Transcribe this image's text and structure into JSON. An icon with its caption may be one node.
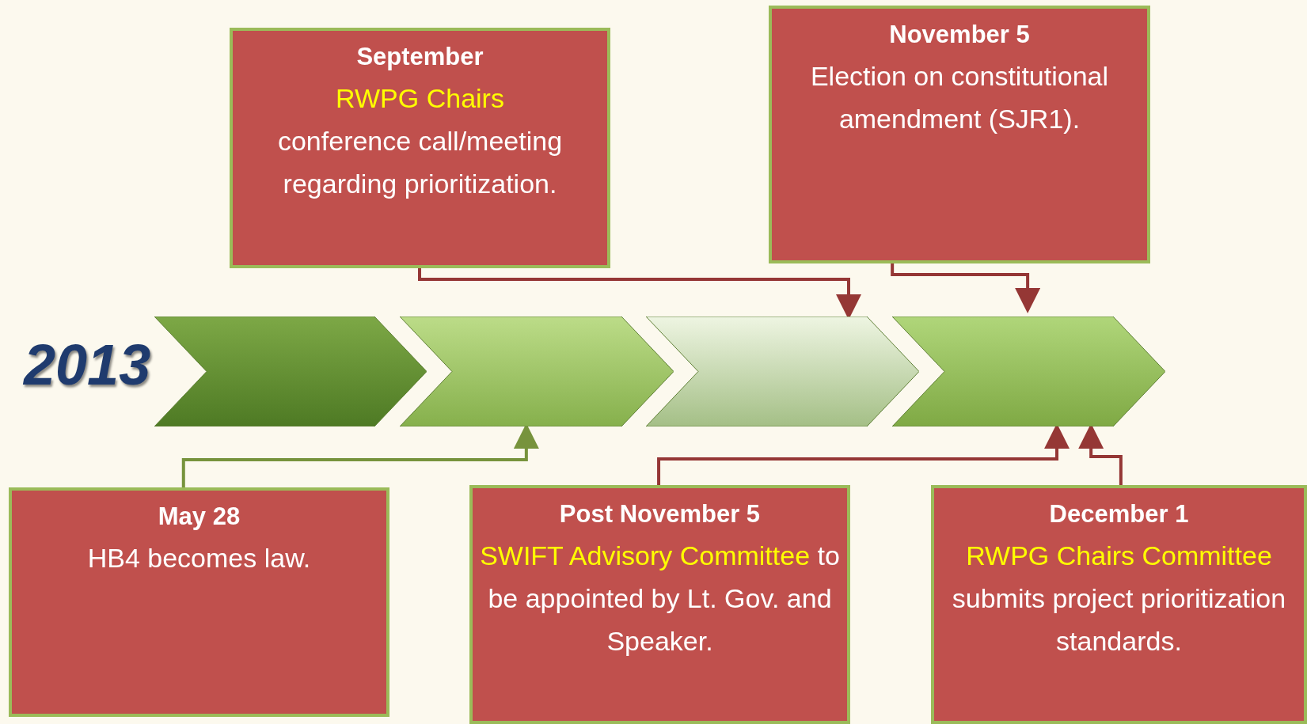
{
  "diagram": {
    "nodes": [
      {
        "text": [
          "September",
          "RWPG Chairs",
          "conference call/meeting regarding prioritization."
        ]
      },
      {
        "text": [
          "November 5",
          "Election on constitutional amendment (SJR1)."
        ]
      },
      {
        "text": [],
        "shape": "chevron"
      },
      {
        "text": [],
        "shape": "chevron"
      },
      {
        "text": [],
        "shape": "chevron"
      },
      {
        "text": [],
        "shape": "chevron"
      },
      {
        "text": [
          "May 28",
          "HB4 becomes law."
        ]
      },
      {
        "text": [
          "Post November 5",
          "SWIFT Advisory Committee",
          "to be appointed by Lt. Gov. and Speaker."
        ]
      },
      {
        "text": [
          "December 1",
          "RWPG Chairs Committee",
          "submits project prioritization standards."
        ]
      }
    ],
    "edges": [
      {
        "from": 0,
        "to": 4,
        "arrow": "to"
      },
      {
        "from": 1,
        "to": 5,
        "arrow": "to"
      },
      {
        "from": 6,
        "to": 3,
        "arrow": "to",
        "color": "#77933c"
      },
      {
        "from": 7,
        "to": 5,
        "arrow": "to"
      },
      {
        "from": 8,
        "to": 5,
        "arrow": "to"
      }
    ],
    "labels": [
      "2013"
    ]
  }
}
